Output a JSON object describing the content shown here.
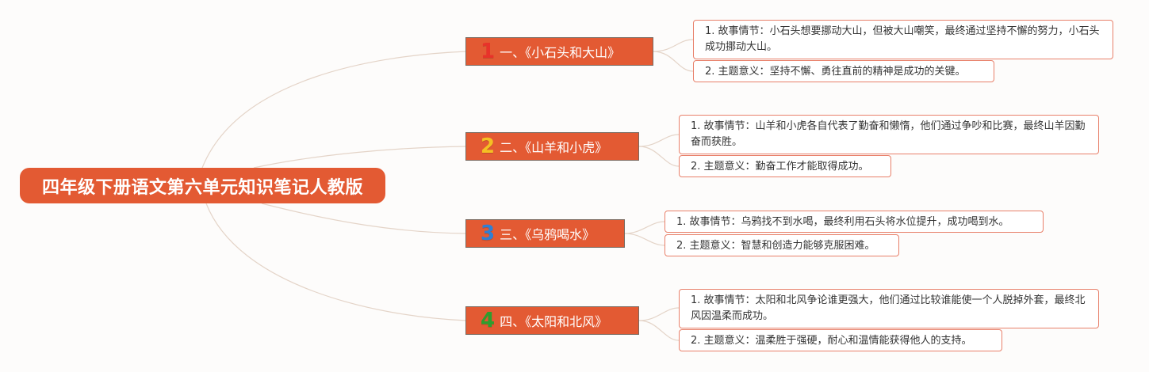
{
  "title": "四年级下册语文第六单元知识笔记人教版",
  "colors": {
    "node_fill": "#e35a33",
    "leaf_border": "#e8806a",
    "link": "#e4d4c8",
    "num_1": "#e8322a",
    "num_2": "#f5c023",
    "num_3": "#2f7fd4",
    "num_4": "#2e9e2e"
  },
  "branches": [
    {
      "num": "1",
      "label": "一、《小石头和大山》",
      "items": [
        "1. 故事情节：小石头想要挪动大山，但被大山嘲笑，最终通过坚持不懈的努力，小石头成功挪动大山。",
        "2. 主题意义：坚持不懈、勇往直前的精神是成功的关键。"
      ]
    },
    {
      "num": "2",
      "label": "二、《山羊和小虎》",
      "items": [
        "1. 故事情节：山羊和小虎各自代表了勤奋和懒惰，他们通过争吵和比赛，最终山羊因勤奋而获胜。",
        "2. 主题意义：勤奋工作才能取得成功。"
      ]
    },
    {
      "num": "3",
      "label": "三、《乌鸦喝水》",
      "items": [
        "1. 故事情节：乌鸦找不到水喝，最终利用石头将水位提升，成功喝到水。",
        "2. 主题意义：智慧和创造力能够克服困难。"
      ]
    },
    {
      "num": "4",
      "label": "四、《太阳和北风》",
      "items": [
        "1. 故事情节：太阳和北风争论谁更强大，他们通过比较谁能使一个人脱掉外套，最终北风因温柔而成功。",
        "2. 主题意义：温柔胜于强硬，耐心和温情能获得他人的支持。"
      ]
    }
  ]
}
